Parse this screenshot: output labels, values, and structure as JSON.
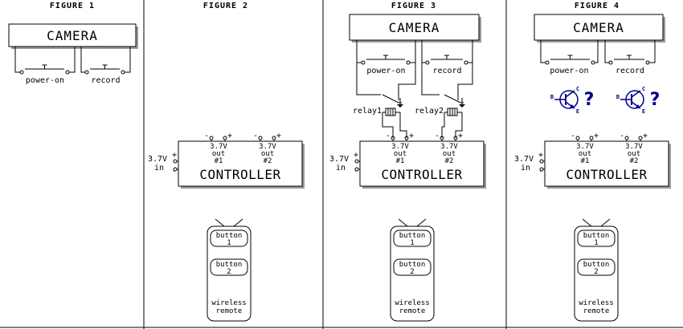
{
  "figures": [
    {
      "id": "fig1",
      "title": "FIGURE 1",
      "camera": "CAMERA",
      "switches": [
        "power-on",
        "record"
      ]
    },
    {
      "id": "fig2",
      "title": "FIGURE 2",
      "controller": {
        "label": "CONTROLLER",
        "out1": [
          "3.7V",
          "out",
          "#1"
        ],
        "out2": [
          "3.7V",
          "out",
          "#2"
        ],
        "input": [
          "3.7V",
          "in"
        ]
      },
      "remote": {
        "button1": [
          "button",
          "1"
        ],
        "button2": [
          "button",
          "2"
        ],
        "caption": [
          "wireless",
          "remote"
        ]
      }
    },
    {
      "id": "fig3",
      "title": "FIGURE 3",
      "camera": "CAMERA",
      "switches": [
        "power-on",
        "record"
      ],
      "relays": [
        "relay1",
        "relay2"
      ],
      "controller": {
        "label": "CONTROLLER",
        "out1": [
          "3.7V",
          "out",
          "#1"
        ],
        "out2": [
          "3.7V",
          "out",
          "#2"
        ],
        "input": [
          "3.7V",
          "in"
        ]
      },
      "remote": {
        "button1": [
          "button",
          "1"
        ],
        "button2": [
          "button",
          "2"
        ],
        "caption": [
          "wireless",
          "remote"
        ]
      }
    },
    {
      "id": "fig4",
      "title": "FIGURE 4",
      "camera": "CAMERA",
      "switches": [
        "power-on",
        "record"
      ],
      "transistor": {
        "pins": [
          "C",
          "B",
          "E"
        ],
        "mark": "?"
      },
      "controller": {
        "label": "CONTROLLER",
        "out1": [
          "3.7V",
          "out",
          "#1"
        ],
        "out2": [
          "3.7V",
          "out",
          "#2"
        ],
        "input": [
          "3.7V",
          "in"
        ]
      },
      "remote": {
        "button1": [
          "button",
          "1"
        ],
        "button2": [
          "button",
          "2"
        ],
        "caption": [
          "wireless",
          "remote"
        ]
      }
    }
  ],
  "pin_signs": {
    "minus": "-",
    "plus": "+"
  }
}
